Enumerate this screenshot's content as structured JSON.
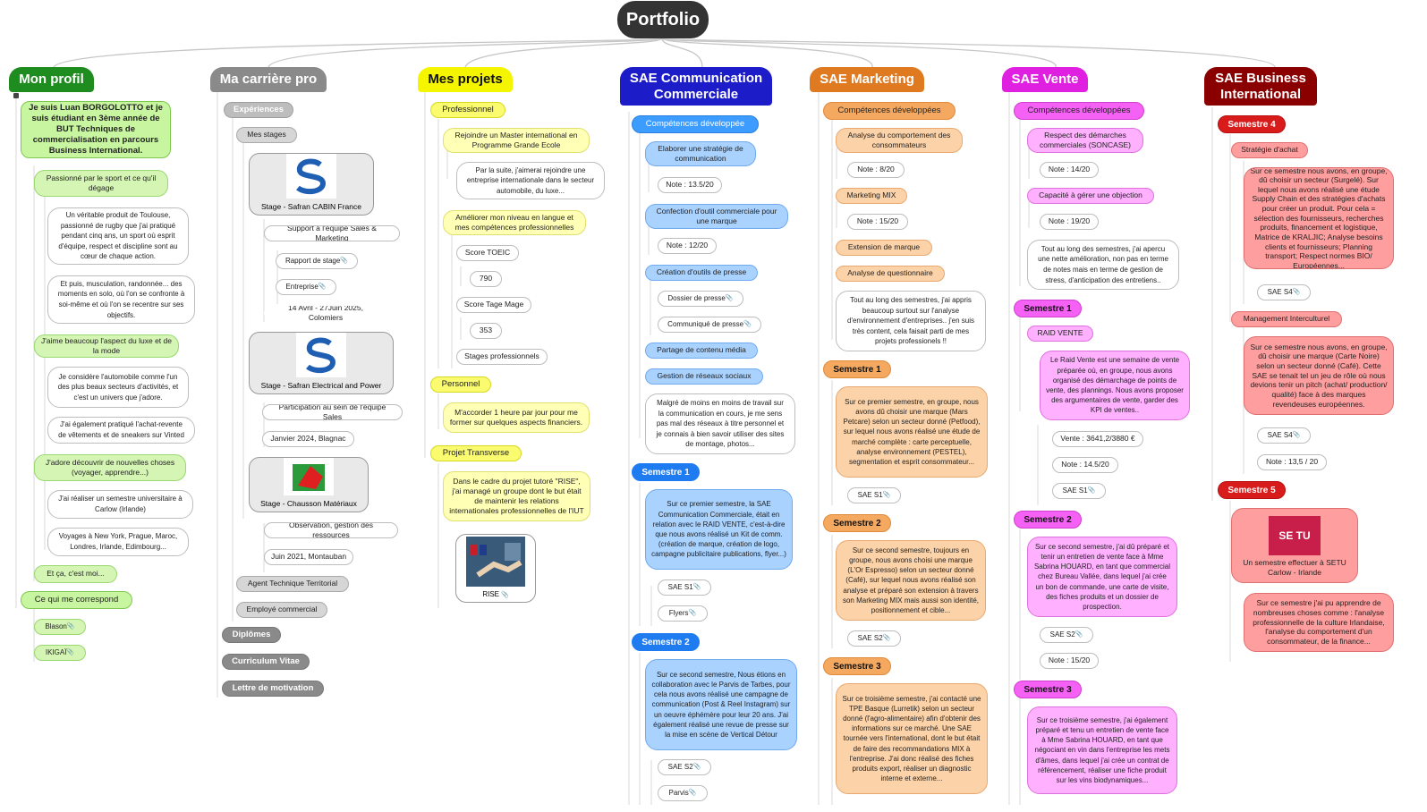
{
  "title": "Portfolio",
  "colors": {
    "profil": "#1e8c1e",
    "profil_light": "#c8f5a0",
    "profil_item": "#d5f5b5",
    "carriere": "#8a8a8a",
    "carriere_light": "#cfcfcf",
    "carriere_item": "#e0e0e0",
    "projets": "#f5f500",
    "projets_light": "#fbfb70",
    "projets_item": "#ffffb5",
    "comm": "#1c1cc8",
    "comm_light": "#3c9cff",
    "comm_item": "#a9d2ff",
    "marketing": "#e07a20",
    "marketing_light": "#f4a860",
    "marketing_item": "#fcd2a8",
    "vente": "#e020e0",
    "vente_light": "#f560f5",
    "vente_item": "#ffb0ff",
    "business": "#8a0000",
    "business_light": "#d81c1c",
    "business_item": "#ff9e9e"
  },
  "profil": {
    "header": "Mon profil",
    "intro": "Je suis Luan BORGOLOTTO et je suis étudiant en 3ème année de BUT Techniques de commercialisation en parcours Business International.",
    "sport": "Passionné par le sport et ce qu'il dégage",
    "sport_t1": "Un véritable produit de Toulouse, passionné de rugby que j'ai pratiqué pendant cinq ans, un sport où esprit d'équipe, respect et discipline sont au cœur de chaque action.",
    "sport_t2": "Et puis, musculation, randonnée... des moments en solo, où l'on se confronte à soi-même et où l'on se recentre sur ses objectifs.",
    "luxe": "J'aime beaucoup l'aspect du luxe et de la mode",
    "luxe_t1": "Je considère l'automobile comme l'un des plus beaux secteurs d'activités, et c'est un univers que j'adore.",
    "luxe_t2": "J'ai également pratiqué l'achat-revente de vêtements et de sneakers sur Vinted",
    "voyage": "J'adore découvrir de nouvelles choses (voyager, apprendre...)",
    "voyage_t1": "J'ai réaliser un semestre universitaire à Carlow (Irlande)",
    "voyage_t2": "Voyages à New York, Prague, Maroc, Londres, Irlande, Edimbourg...",
    "moi": "Et ça, c'est moi...",
    "correspond": "Ce qui me correspond",
    "blason": "Blason",
    "ikigai": "IKIGAÏ"
  },
  "carriere": {
    "header": "Ma carrière pro",
    "experiences": "Expériences",
    "stages": "Mes stages",
    "stage1": "Stage - Safran CABIN France",
    "stage1_a": "Support à l'équipe Sales & Marketing",
    "stage1_b": "Rapport de stage",
    "stage1_c": "Entreprise",
    "stage1_d": "14 Avril - 27Juin 2025, Colomiers",
    "stage2": "Stage - Safran Electrical and Power",
    "stage2_a": "Participation au sein de l'équipe Sales",
    "stage2_b": "Janvier 2024, Blagnac",
    "stage3": "Stage - Chausson Matériaux",
    "stage3_a": "Observation, gestion des ressources",
    "stage3_b": "Juin 2021, Montauban",
    "agent": "Agent Technique Territorial",
    "employe": "Employé commercial",
    "diplomes": "Diplômes",
    "cv": "Curriculum Vitae",
    "lettre": "Lettre de motivation",
    "logo_safran": "S",
    "logo_sa": "S"
  },
  "projets": {
    "header": "Mes projets",
    "pro": "Professionnel",
    "master": "Rejoindre un Master international en Programme Grande Ecole",
    "master_t": "Par la suite, j'aimerai rejoindre une entreprise internationale dans le secteur automobile, du luxe...",
    "langue": "Améliorer mon niveau en langue et mes compétences professionnelles",
    "toeic": "Score TOEIC",
    "toeic_v": "790",
    "tage": "Score Tage Mage",
    "tage_v": "353",
    "stages": "Stages professionnels",
    "perso": "Personnel",
    "perso_t": "M'accorder 1 heure par jour pour me former sur quelques aspects financiers.",
    "transverse": "Projet Transverse",
    "transverse_t": "Dans le cadre du projet tutoré \"RISE\", j'ai managé un groupe dont le but était de maintenir les relations internationales professionnelles de l'IUT",
    "rise": "RISE"
  },
  "comm": {
    "header": "SAE Communication Commerciale",
    "comp": "Compétences développée",
    "strat": "Elaborer une stratégie de communication",
    "strat_n": "Note : 13.5/20",
    "outil": "Confection d'outil commerciale pour une marque",
    "outil_n": "Note : 12/20",
    "presse": "Création d'outils de presse",
    "dossier": "Dossier de presse",
    "communique": "Communiqué de presse",
    "media": "Partage de contenu média",
    "reseaux": "Gestion de réseaux sociaux",
    "comp_t": "Malgré de moins en moins de travail sur la communication en cours, je me sens pas mal des réseaux à titre personnel et je connais à bien savoir utiliser des sites de montage, photos...",
    "s1": "Semestre 1",
    "s1_t": "Sur ce premier semestre, la SAE Communication Commerciale, était en relation avec le RAID VENTE, c'est-à-dire que nous avons réalisé un Kit de comm. (création de marque, création de logo, campagne publicitaire publications, flyer...)",
    "s1_a": "SAE S1",
    "s1_b": "Flyers",
    "s2": "Semestre 2",
    "s2_t": "Sur ce second semestre, Nous étions en collaboration avec le Parvis de Tarbes, pour cela nous avons réalisé une campagne de communication (Post & Reel Instagram) sur un oeuvre éphémère pour leur 20 ans. J'ai également réalisé une revue de presse sur la mise en scène de Vertical Détour",
    "s2_a": "SAE S2",
    "s2_b": "Parvis"
  },
  "marketing": {
    "header": "SAE Marketing",
    "comp": "Compétences développées",
    "analyse": "Analyse du comportement des consommateurs",
    "analyse_n": "Note : 8/20",
    "mix": "Marketing MIX",
    "mix_n": "Note : 15/20",
    "extension": "Extension de marque",
    "questionnaire": "Analyse de questionnaire",
    "comp_t": "Tout au long des semestres, j'ai appris beaucoup surtout sur l'analyse d'environnement d'entreprises.. j'en suis très content, cela faisait parti de mes projets professionels !!",
    "s1": "Semestre 1",
    "s1_t": "Sur ce premier semestre, en groupe, nous avons dû choisir une marque (Mars Petcare) selon un secteur donné (Petfood), sur lequel nous avons réalisé une étude de marché complète : carte perceptuelle, analyse environnement (PESTEL), segmentation et esprit consommateur...",
    "s1_a": "SAE S1",
    "s2": "Semestre 2",
    "s2_t": "Sur ce second semestre, toujours en groupe, nous avons choisi une marque (L'Or Espresso) selon un secteur donné (Café), sur lequel nous avons réalisé son analyse et préparé son extension à travers son Marketing MIX mais aussi son identité, positionnement et cible...",
    "s2_a": "SAE S2",
    "s3": "Semestre 3",
    "s3_t": "Sur ce troisième semestre, j'ai contacté une TPE Basque (Lurretik) selon un secteur donné (l'agro-alimentaire) afin d'obtenir des informations sur ce marché. Une SAE tournée vers l'international, dont le but était de faire des recommandations MIX à l'entreprise. J'ai donc réalisé des fiches produits export, réaliser un diagnostic interne et externe..."
  },
  "vente": {
    "header": "SAE Vente",
    "comp": "Compétences développées",
    "respect": "Respect des démarches commerciales (SONCASE)",
    "respect_n": "Note : 14/20",
    "objection": "Capacité à gérer une objection",
    "objection_n": "Note : 19/20",
    "comp_t": "Tout au long des semestres, j'ai apercu une nette amélioration, non pas en terme de notes mais en terme de gestion de stress, d'anticipation des entretiens..",
    "s1": "Semestre 1",
    "raid": "RAID VENTE",
    "raid_t": "Le Raid Vente est une semaine de vente préparée où, en groupe, nous avons organisé des démarchage de points de vente, des plannings. Nous avons proposer des argumentaires de vente, garder des KPI de ventes..",
    "raid_v": "Vente : 3641,2/3880 €",
    "raid_n": "Note : 14.5/20",
    "raid_a": "SAE S1",
    "s2": "Semestre 2",
    "s2_t": "Sur ce second semestre, j'ai dû préparé et tenir un entretien de vente face à Mme Sabrina HOUARD, en tant que commercial chez Bureau Vallée, dans lequel j'ai crée un bon de commande, une carte de visite, des fiches produits et un dossier de prospection.",
    "s2_a": "SAE S2",
    "s2_n": "Note : 15/20",
    "s3": "Semestre 3",
    "s3_t": "Sur ce troisième semestre, j'ai également préparé et tenu un entretien de vente face à Mme Sabrina HOUARD, en tant que négociant en vin dans l'entreprise les mets d'âmes, dans lequel j'ai crée un contrat de référencement, réaliser une fiche produit sur les vins biodynamiques..."
  },
  "business": {
    "header": "SAE Business International",
    "s4": "Semestre 4",
    "strat": "Stratégie d'achat",
    "strat_t": "Sur ce semestre nous avons, en groupe, dû choisir un secteur (Surgelé). Sur lequel nous avons réalisé une étude Supply Chain et des stratégies d'achats pour créer un produit. Pour cela = sélection des fournisseurs, recherches produits, financement et logistique, Matrice de KRALJIC; Analyse besoins clients et fournisseurs; Planning transport; Respect normes BIO/ Européennes...",
    "strat_a": "SAE S4",
    "mgmt": "Management Interculturel",
    "mgmt_t": "Sur ce semestre nous avons, en groupe, dû choisir une marque (Carte Noire) selon un secteur donné (Café). Cette SAE se tenait tel un jeu de rôle où nous devions tenir un pitch (achat/ production/ qualité) face à des marques revendeuses européennes.",
    "mgmt_a": "SAE S4",
    "mgmt_n": "Note : 13,5 / 20",
    "s5": "Semestre 5",
    "setu": "Un semestre effectuer à SETU Carlow - Irlande",
    "setu_logo": "SE TU",
    "s5_t": "Sur ce semestre j'ai pu apprendre de nombreuses choses comme : l'analyse professionnelle de la culture Irlandaise, l'analyse du comportement d'un consommateur, de la finance..."
  }
}
